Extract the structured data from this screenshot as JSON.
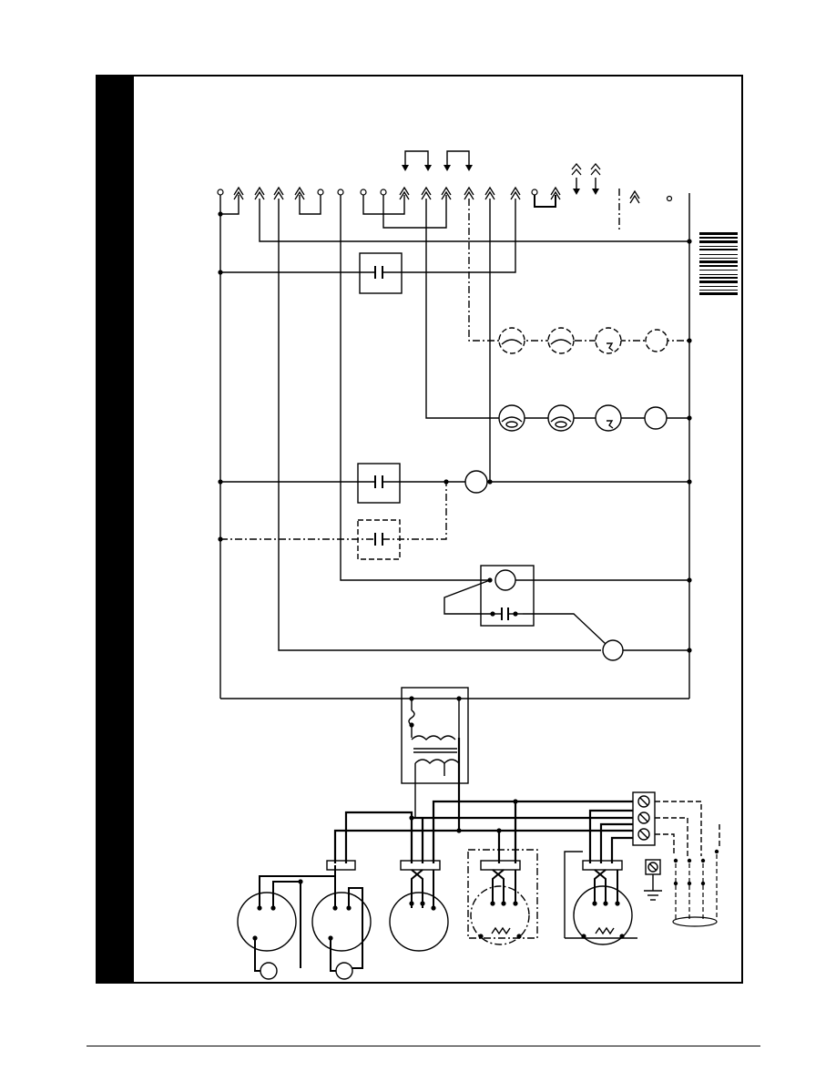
{
  "colors": {
    "ink": "#000000",
    "paper": "#ffffff"
  },
  "page": {
    "footer_text": ""
  },
  "diagram": {
    "type": "wiring-schematic",
    "components": [
      {
        "name": "terminal-strip",
        "count": 19
      },
      {
        "name": "relay-contact",
        "count": 3
      },
      {
        "name": "relay-coil",
        "count": 3
      },
      {
        "name": "thermostat-switch",
        "count": 6
      },
      {
        "name": "transformer",
        "count": 1
      },
      {
        "name": "terminal-block",
        "count": 3
      },
      {
        "name": "motor",
        "count": 5
      },
      {
        "name": "barcode-label",
        "count": 1
      }
    ]
  }
}
